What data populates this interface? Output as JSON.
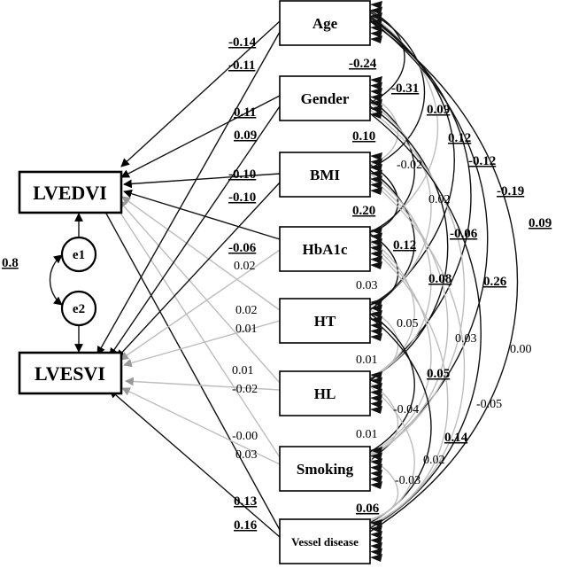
{
  "predictors": [
    "Age",
    "Gender",
    "BMI",
    "HbA1c",
    "HT",
    "HL",
    "Smoking",
    "Vessel disease"
  ],
  "outcomes": [
    "LVEDVI",
    "LVESVI"
  ],
  "errors": [
    "e1",
    "e2"
  ],
  "error_covariance": "0.8",
  "direct_effects": [
    {
      "predictor": "Age",
      "lvedvi": "-0.14",
      "lvesvi": "-0.11",
      "sig": true
    },
    {
      "predictor": "Gender",
      "lvedvi": "0.11",
      "lvesvi": "0.09",
      "sig": true
    },
    {
      "predictor": "BMI",
      "lvedvi": "-0.10",
      "lvesvi": "-0.10",
      "sig": true
    },
    {
      "predictor": "HbA1c",
      "lvedvi": "-0.06",
      "lvesvi": "0.02",
      "sig_lvedvi": true,
      "sig_lvesvi": false
    },
    {
      "predictor": "HT",
      "lvedvi": "0.02",
      "lvesvi": "0.01",
      "sig": false
    },
    {
      "predictor": "HL",
      "lvedvi": "0.01",
      "lvesvi": "-0.02",
      "sig": false
    },
    {
      "predictor": "Smoking",
      "lvedvi": "-0.00",
      "lvesvi": "0.03",
      "sig": false
    },
    {
      "predictor": "Vessel disease",
      "lvedvi": "0.13",
      "lvesvi": "0.16",
      "sig": true
    }
  ],
  "correlations": [
    {
      "value": "-0.24",
      "sig": true
    },
    {
      "value": "-0.31",
      "sig": true
    },
    {
      "value": "0.09",
      "sig": true
    },
    {
      "value": "0.12",
      "sig": true
    },
    {
      "value": "-0.12",
      "sig": true
    },
    {
      "value": "-0.19",
      "sig": true
    },
    {
      "value": "0.09",
      "sig": true
    },
    {
      "value": "0.10",
      "sig": true
    },
    {
      "value": "-0.02",
      "sig": false
    },
    {
      "value": "0.02",
      "sig": false
    },
    {
      "value": "-0.06",
      "sig": true
    },
    {
      "value": "0.26",
      "sig": true
    },
    {
      "value": "0.20",
      "sig": true
    },
    {
      "value": "0.12",
      "sig": true
    },
    {
      "value": "0.08",
      "sig": true
    },
    {
      "value": "0.03",
      "sig": false
    },
    {
      "value": "0.05",
      "sig": false
    },
    {
      "value": "0.03",
      "sig": false
    },
    {
      "value": "0.00",
      "sig": false
    },
    {
      "value": "0.01",
      "sig": false
    },
    {
      "value": "0.05",
      "sig": true
    },
    {
      "value": "-0.04",
      "sig": false
    },
    {
      "value": "-0.05",
      "sig": false
    },
    {
      "value": "0.14",
      "sig": true
    },
    {
      "value": "0.01",
      "sig": false
    },
    {
      "value": "0.02",
      "sig": false
    },
    {
      "value": "-0.03",
      "sig": false
    },
    {
      "value": "0.06",
      "sig": true
    }
  ]
}
